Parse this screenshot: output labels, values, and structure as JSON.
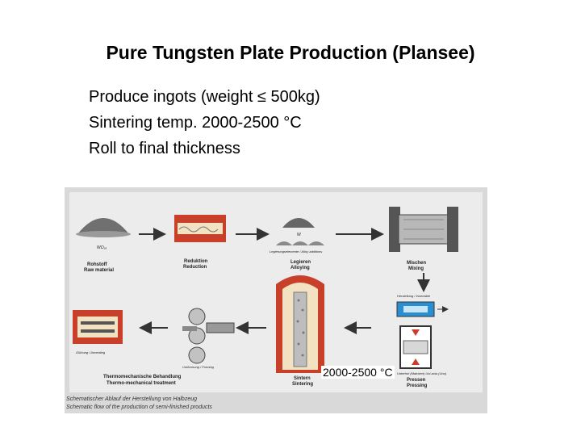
{
  "slide": {
    "title": "Pure Tungsten Plate Production (Plansee)",
    "bullets": [
      "Produce ingots (weight ≤ 500kg)",
      "Sintering temp. 2000-2500 °C",
      "Roll to final thickness"
    ]
  },
  "figure": {
    "steps": {
      "raw": {
        "de": "Rohstoff",
        "en": "Raw material",
        "formula": "WO₃ₓ"
      },
      "reduction": {
        "de": "Reduktion",
        "en": "Reduction"
      },
      "alloying": {
        "de": "Legieren",
        "en": "Alloying",
        "element": "W",
        "note": "Legierungselemente / Alloy additions"
      },
      "mixing": {
        "de": "Mischen",
        "en": "Mixing"
      },
      "pressing": {
        "de": "Pressen",
        "en": "Pressing",
        "top_note": "Herstellung / Insertable",
        "side_note": "Unterhol (Matrizen) Uni-axia (Uno)"
      },
      "sintering": {
        "de": "Sintern",
        "en": "Sintering"
      },
      "forming": {
        "de": "Umformung / Forming"
      },
      "annealing": {
        "de": "Glühung / Annealing"
      },
      "thermo": {
        "de": "Thermomechanische Behandlung",
        "en": "Thermo-mechanical treatment"
      }
    },
    "sinter_temp_overlay": "2000-2500 °C",
    "caption_de": "Schematischer Ablauf der Herstellung von Halbzeug",
    "caption_en": "Schematic flow of the production of semi-finished products"
  }
}
